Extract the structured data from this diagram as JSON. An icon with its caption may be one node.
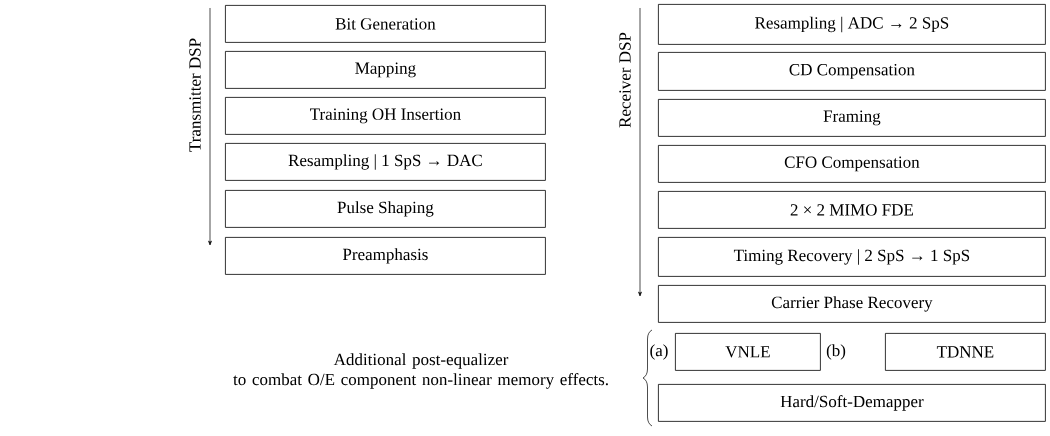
{
  "diagram": {
    "nodes": [
      {
        "text": [
          "Bit Generation"
        ]
      },
      {
        "text": [
          "Mapping"
        ]
      },
      {
        "text": [
          "Training OH Insertion"
        ]
      },
      {
        "text": [
          "Resampling | 1 SpS → DAC"
        ]
      },
      {
        "text": [
          "Pulse Shaping"
        ]
      },
      {
        "text": [
          "Preamphasis"
        ]
      },
      {
        "text": [
          "Resampling | ADC → 2 SpS"
        ]
      },
      {
        "text": [
          "CD Compensation"
        ]
      },
      {
        "text": [
          "Framing"
        ]
      },
      {
        "text": [
          "CFO Compensation"
        ]
      },
      {
        "text": [
          "2 × 2 MIMO FDE"
        ]
      },
      {
        "text": [
          "Timing Recovery | 2 SpS → 1 SpS"
        ]
      },
      {
        "text": [
          "Carrier Phase Recovery"
        ]
      },
      {
        "text": [
          "VNLE"
        ]
      },
      {
        "text": [
          "TDNNE"
        ]
      },
      {
        "text": [
          "Hard/Soft-Demapper"
        ]
      }
    ],
    "labels": [
      "Transmitter DSP",
      "Receiver DSP",
      "Additional post-equalizer to combat O/E component non-linear memory effects.",
      "(a)",
      "(b)"
    ]
  }
}
